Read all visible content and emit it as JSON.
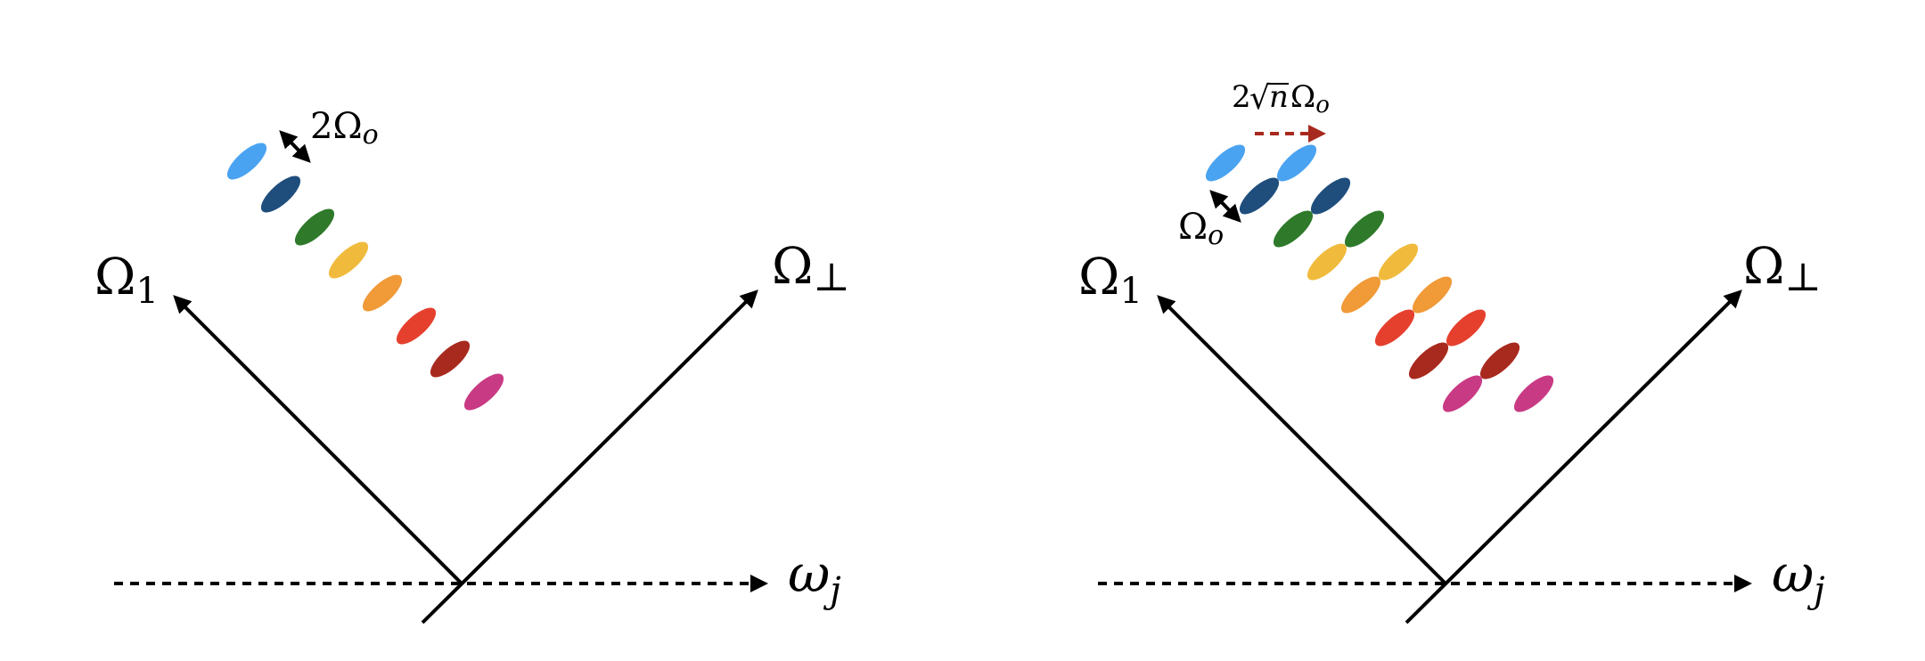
{
  "panels": [
    {
      "id": "left",
      "axis_left_label": "Ω",
      "axis_left_sub": "1",
      "axis_right_label": "Ω",
      "axis_right_sub": "⊥",
      "axis_horizontal_label": "ω",
      "axis_horizontal_sub": "j",
      "spacing_label_prefix": "2Ω",
      "spacing_label_sub": "o",
      "columns": 1
    },
    {
      "id": "right",
      "axis_left_label": "Ω",
      "axis_left_sub": "1",
      "axis_right_label": "Ω",
      "axis_right_sub": "⊥",
      "axis_horizontal_label": "ω",
      "axis_horizontal_sub": "j",
      "spacing_label_prefix": "Ω",
      "spacing_label_sub": "o",
      "shift_label_prefix": "2",
      "shift_label_root": "n",
      "shift_label_suffix": "Ω",
      "shift_label_sub": "o",
      "columns": 2
    }
  ],
  "colors": {
    "spots": [
      "#4aa3f0",
      "#1f4e7d",
      "#2e7a2a",
      "#f0bb3d",
      "#f09a38",
      "#e5402e",
      "#a82a1e",
      "#c93a84"
    ],
    "axis": "#000000",
    "shift_arrow": "#a82a1e"
  }
}
